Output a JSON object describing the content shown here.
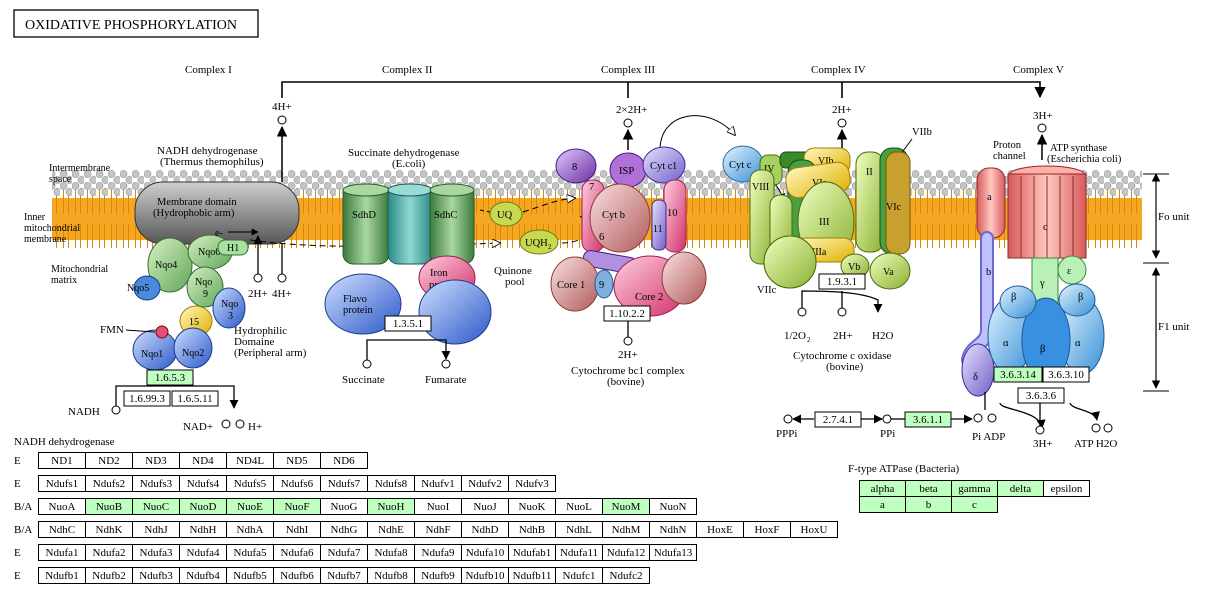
{
  "title": "OXIDATIVE PHOSPHORYLATION",
  "complex_headers": [
    "Complex I",
    "Complex II",
    "Complex III",
    "Complex IV",
    "Complex V"
  ],
  "membrane_labels": {
    "intermembrane": [
      "Intermembrane",
      "space"
    ],
    "inner": [
      "Inner",
      "mitochondrial",
      "membrane"
    ],
    "matrix": [
      "Mitochondrial",
      "matrix"
    ]
  },
  "complex1": {
    "title": [
      "NADH dehydrogenase",
      "(Thermus themophilus)"
    ],
    "membrane_domain": [
      "Membrane domain",
      "(Hydrophobic arm)"
    ],
    "hydrophilic": [
      "Hydrophilic",
      "Domaine",
      "(Peripheral arm)"
    ],
    "subunits": [
      "Nqo4",
      "Nqo6",
      "H1",
      "Nqo5",
      "Nqo",
      "9",
      "Nqo",
      "3",
      "15",
      "Nqo1",
      "Nqo2"
    ],
    "e_minus": "e-",
    "fmn": "FMN",
    "proton_top": "4H+",
    "proton_bottom": [
      "2H+",
      "4H+"
    ],
    "ec": [
      "1.6.5.3",
      "1.6.99.3",
      "1.6.5.11"
    ],
    "compounds": [
      "NADH",
      "NAD+",
      "H+"
    ]
  },
  "complex2": {
    "title": [
      "Succinate dehydrogenase",
      "(E.coli)"
    ],
    "subunits": [
      "SdhD",
      "SdhC",
      "Iron",
      "protein",
      "Flavo",
      "protein"
    ],
    "ec": [
      "1.3.5.1"
    ],
    "compounds": [
      "Succinate",
      "Fumarate"
    ]
  },
  "quinone": {
    "uq": "UQ",
    "uqh2": "UQH",
    "uqh2_sub": "2",
    "pool": [
      "Quinone",
      "pool"
    ]
  },
  "complex3": {
    "title": [
      "Cytochrome bc1 complex",
      "(bovine)"
    ],
    "subunits": [
      "8",
      "ISP",
      "Cyt c",
      "1",
      "7",
      "Cyt b",
      "10",
      "11",
      "6",
      "Core 1",
      "9",
      "Core 2"
    ],
    "proton_top": "2×2H+",
    "proton_bottom": "2H+",
    "ec": [
      "1.10.2.2"
    ]
  },
  "complex4": {
    "title": [
      "Cytochrome c oxidase",
      "(bovine)"
    ],
    "subunits": [
      "Cyt c",
      "IV",
      "VIII",
      "VIb",
      "VIa",
      "III",
      "II",
      "VIIb",
      "VIc",
      "I",
      "VIIa",
      "Vb",
      "Va",
      "VIIc"
    ],
    "proton_top": "2H+",
    "ec": [
      "1.9.3.1"
    ],
    "compounds": [
      "1/2O",
      "2",
      "2H+",
      "H2O"
    ]
  },
  "complex5": {
    "title": [
      "ATP synthase",
      "(Escherichia coli)"
    ],
    "proton_channel": [
      "Proton",
      "channel"
    ],
    "subunits": [
      "a",
      "c",
      "b",
      "γ",
      "ε",
      "δ",
      "α",
      "β",
      "α",
      "β",
      "β"
    ],
    "proton_top": "3H+",
    "fo": "Fo unit",
    "f1": "F1 unit",
    "ec": [
      "3.6.3.14",
      "3.6.3.10",
      "3.6.3.6",
      "2.7.4.1",
      "3.6.1.1"
    ],
    "compounds": [
      "PPPi",
      "PPi",
      "Pi ADP",
      "3H+",
      "ATP H2O"
    ]
  },
  "nadh_table": {
    "title": "NADH dehydrogenase",
    "rows": [
      {
        "label": "E",
        "cells": [
          {
            "t": "ND1",
            "g": false
          },
          {
            "t": "ND2",
            "g": false
          },
          {
            "t": "ND3",
            "g": false
          },
          {
            "t": "ND4",
            "g": false
          },
          {
            "t": "ND4L",
            "g": false
          },
          {
            "t": "ND5",
            "g": false
          },
          {
            "t": "ND6",
            "g": false
          }
        ]
      },
      {
        "label": "E",
        "cells": [
          {
            "t": "Ndufs1",
            "g": false
          },
          {
            "t": "Ndufs2",
            "g": false
          },
          {
            "t": "Ndufs3",
            "g": false
          },
          {
            "t": "Ndufs4",
            "g": false
          },
          {
            "t": "Ndufs5",
            "g": false
          },
          {
            "t": "Ndufs6",
            "g": false
          },
          {
            "t": "Ndufs7",
            "g": false
          },
          {
            "t": "Ndufs8",
            "g": false
          },
          {
            "t": "Ndufv1",
            "g": false
          },
          {
            "t": "Ndufv2",
            "g": false
          },
          {
            "t": "Ndufv3",
            "g": false
          }
        ]
      },
      {
        "label": "B/A",
        "cells": [
          {
            "t": "NuoA",
            "g": false
          },
          {
            "t": "NuoB",
            "g": true
          },
          {
            "t": "NuoC",
            "g": true
          },
          {
            "t": "NuoD",
            "g": true
          },
          {
            "t": "NuoE",
            "g": true
          },
          {
            "t": "NuoF",
            "g": true
          },
          {
            "t": "NuoG",
            "g": false
          },
          {
            "t": "NuoH",
            "g": true
          },
          {
            "t": "NuoI",
            "g": false
          },
          {
            "t": "NuoJ",
            "g": false
          },
          {
            "t": "NuoK",
            "g": false
          },
          {
            "t": "NuoL",
            "g": false
          },
          {
            "t": "NuoM",
            "g": true
          },
          {
            "t": "NuoN",
            "g": false
          }
        ]
      },
      {
        "label": "B/A",
        "cells": [
          {
            "t": "NdhC",
            "g": false
          },
          {
            "t": "NdhK",
            "g": false
          },
          {
            "t": "NdhJ",
            "g": false
          },
          {
            "t": "NdhH",
            "g": false
          },
          {
            "t": "NdhA",
            "g": false
          },
          {
            "t": "NdhI",
            "g": false
          },
          {
            "t": "NdhG",
            "g": false
          },
          {
            "t": "NdhE",
            "g": false
          },
          {
            "t": "NdhF",
            "g": false
          },
          {
            "t": "NdhD",
            "g": false
          },
          {
            "t": "NdhB",
            "g": false
          },
          {
            "t": "NdhL",
            "g": false
          },
          {
            "t": "NdhM",
            "g": false
          },
          {
            "t": "NdhN",
            "g": false
          },
          {
            "t": "HoxE",
            "g": false
          },
          {
            "t": "HoxF",
            "g": false
          },
          {
            "t": "HoxU",
            "g": false
          }
        ]
      },
      {
        "label": "E",
        "cells": [
          {
            "t": "Ndufa1",
            "g": false
          },
          {
            "t": "Ndufa2",
            "g": false
          },
          {
            "t": "Ndufa3",
            "g": false
          },
          {
            "t": "Ndufa4",
            "g": false
          },
          {
            "t": "Ndufa5",
            "g": false
          },
          {
            "t": "Ndufa6",
            "g": false
          },
          {
            "t": "Ndufa7",
            "g": false
          },
          {
            "t": "Ndufa8",
            "g": false
          },
          {
            "t": "Ndufa9",
            "g": false
          },
          {
            "t": "Ndufa10",
            "g": false
          },
          {
            "t": "Ndufab1",
            "g": false
          },
          {
            "t": "Ndufa11",
            "g": false
          },
          {
            "t": "Ndufa12",
            "g": false
          },
          {
            "t": "Ndufa13",
            "g": false
          }
        ]
      },
      {
        "label": "E",
        "cells": [
          {
            "t": "Ndufb1",
            "g": false
          },
          {
            "t": "Ndufb2",
            "g": false
          },
          {
            "t": "Ndufb3",
            "g": false
          },
          {
            "t": "Ndufb4",
            "g": false
          },
          {
            "t": "Ndufb5",
            "g": false
          },
          {
            "t": "Ndufb6",
            "g": false
          },
          {
            "t": "Ndufb7",
            "g": false
          },
          {
            "t": "Ndufb8",
            "g": false
          },
          {
            "t": "Ndufb9",
            "g": false
          },
          {
            "t": "Ndufb10",
            "g": false
          },
          {
            "t": "Ndufb11",
            "g": false
          },
          {
            "t": "Ndufc1",
            "g": false
          },
          {
            "t": "Ndufc2",
            "g": false
          }
        ]
      }
    ]
  },
  "atpase_table": {
    "title": "F-type ATPase (Bacteria)",
    "rows": [
      [
        {
          "t": "alpha",
          "g": true
        },
        {
          "t": "beta",
          "g": true
        },
        {
          "t": "gamma",
          "g": true
        },
        {
          "t": "delta",
          "g": true
        },
        {
          "t": "epsilon",
          "g": false
        }
      ],
      [
        {
          "t": "a",
          "g": true
        },
        {
          "t": "b",
          "g": true
        },
        {
          "t": "c",
          "g": true
        }
      ]
    ]
  },
  "colors": {
    "green_gene": "#bfffbf",
    "membrane_orange": "#f5a623",
    "lipid_head_gray": "#bdbdbd"
  }
}
